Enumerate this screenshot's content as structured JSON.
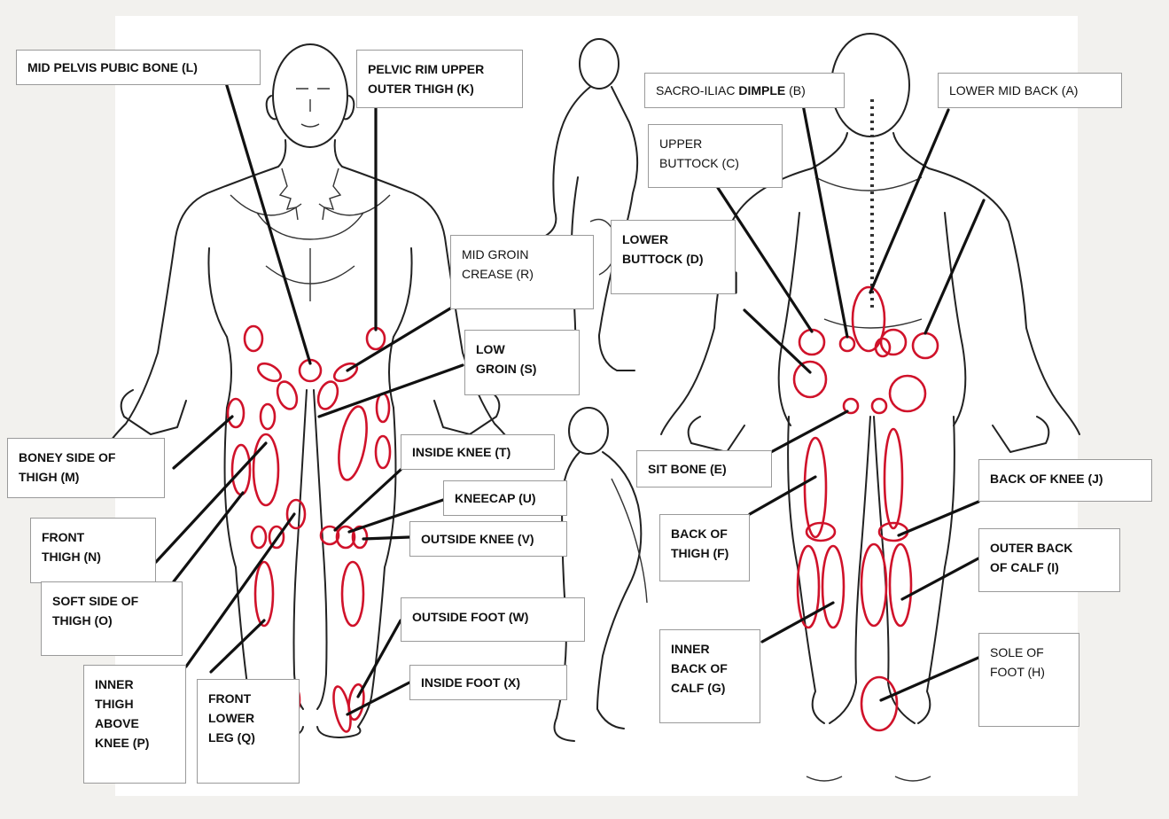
{
  "colors": {
    "zone": "#d0122a",
    "pointer": "#111111",
    "background": "#f2f1ee"
  },
  "labels": {
    "L": "MID PELVIS PUBIC BONE (L)",
    "K": "PELVIC RIM UPPER\nOUTER THIGH (K)",
    "B_normal": "SACRO-ILIAC ",
    "B_bold": "DIMPLE",
    "B_suffix": " (B)",
    "A": "LOWER MID BACK (A)",
    "C": "UPPER\nBUTTOCK (C)",
    "R": "MID GROIN\nCREASE (R)",
    "D": "LOWER\nBUTTOCK (D)",
    "S": "LOW\nGROIN (S)",
    "M": "BONEY SIDE OF\nTHIGH (M)",
    "T": "INSIDE KNEE (T)",
    "E": "SIT BONE (E)",
    "J": "BACK OF KNEE (J)",
    "U": "KNEECAP (U)",
    "N": "FRONT\nTHIGH (N)",
    "V": "OUTSIDE KNEE (V)",
    "F": "BACK OF\nTHIGH (F)",
    "I": "OUTER BACK\nOF CALF (I)",
    "O": "SOFT SIDE OF\nTHIGH (O)",
    "W": "OUTSIDE FOOT (W)",
    "G": "INNER\nBACK OF\nCALF (G)",
    "H": "SOLE OF\nFOOT (H)",
    "X": "INSIDE FOOT (X)",
    "P": "INNER\nTHIGH\nABOVE\nKNEE (P)",
    "Q": "FRONT\nLOWER\nLEG (Q)"
  }
}
